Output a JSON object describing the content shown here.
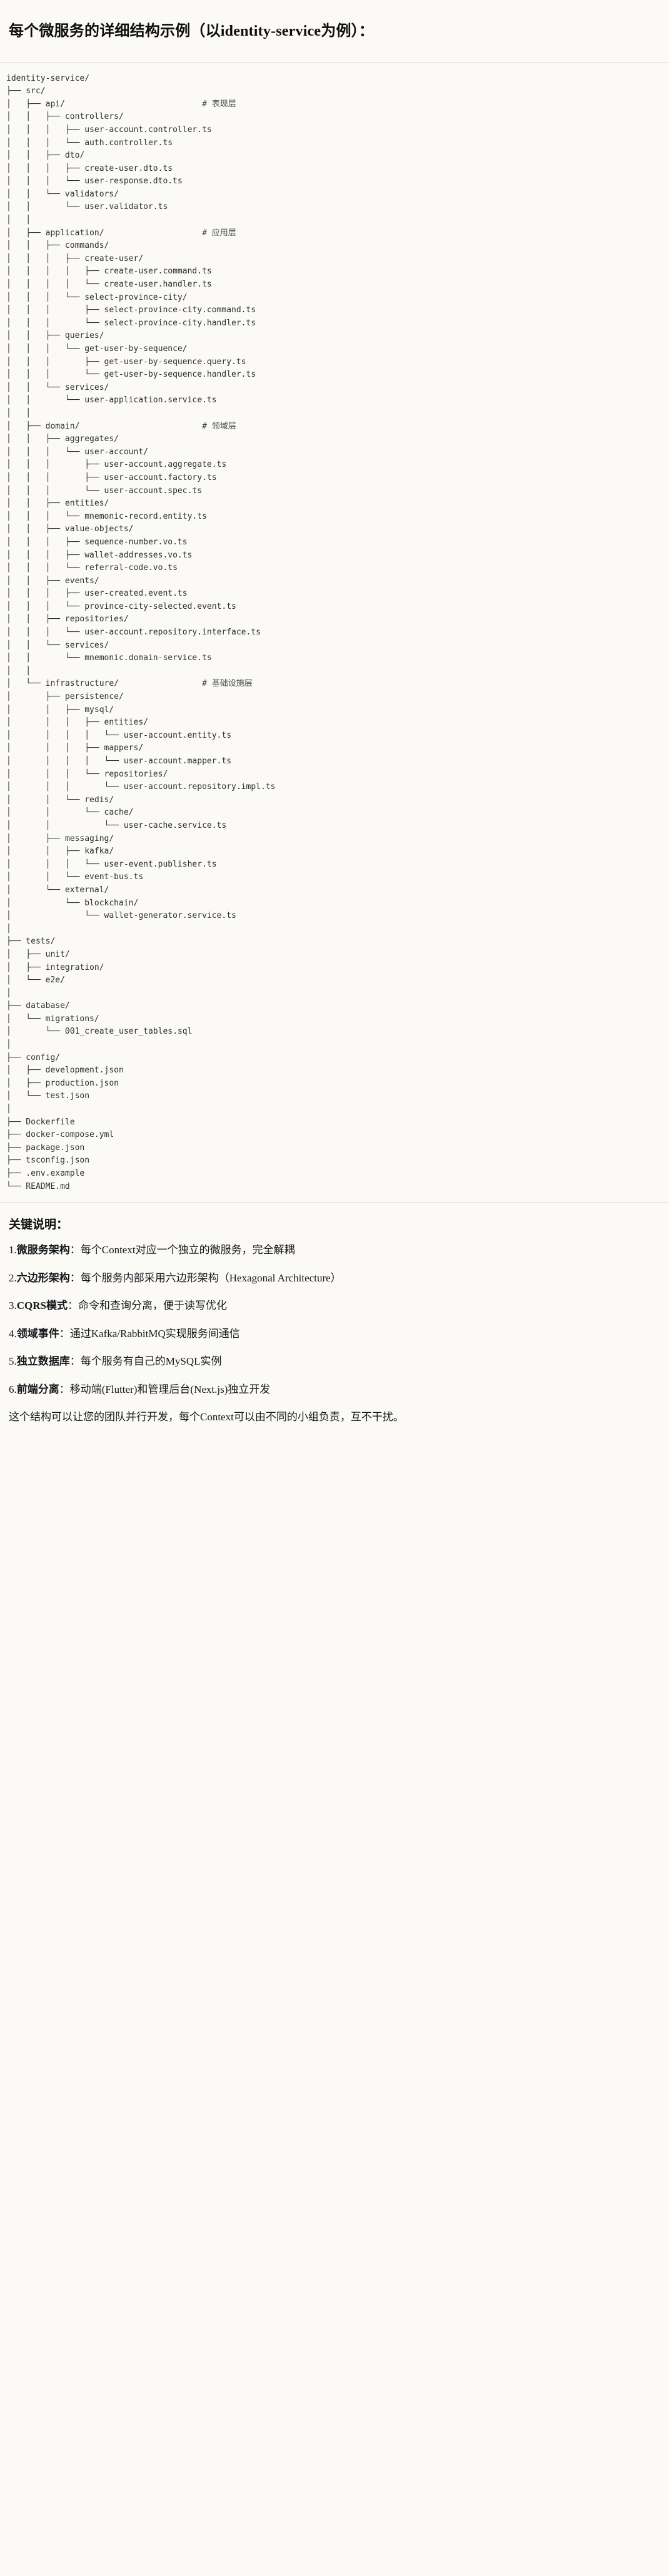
{
  "title": "每个微服务的详细结构示例（以identity-service为例）：",
  "tree": {
    "root_label": "identity-service/",
    "lines": [
      {
        "prefix": "identity-service/",
        "comment": ""
      },
      {
        "prefix": "├── src/",
        "comment": ""
      },
      {
        "prefix": "│   ├── api/",
        "comment": "# 表现层"
      },
      {
        "prefix": "│   │   ├── controllers/",
        "comment": ""
      },
      {
        "prefix": "│   │   │   ├── user-account.controller.ts",
        "comment": ""
      },
      {
        "prefix": "│   │   │   └── auth.controller.ts",
        "comment": ""
      },
      {
        "prefix": "│   │   ├── dto/",
        "comment": ""
      },
      {
        "prefix": "│   │   │   ├── create-user.dto.ts",
        "comment": ""
      },
      {
        "prefix": "│   │   │   └── user-response.dto.ts",
        "comment": ""
      },
      {
        "prefix": "│   │   └── validators/",
        "comment": ""
      },
      {
        "prefix": "│   │       └── user.validator.ts",
        "comment": ""
      },
      {
        "prefix": "│   │",
        "comment": ""
      },
      {
        "prefix": "│   ├── application/",
        "comment": "# 应用层"
      },
      {
        "prefix": "│   │   ├── commands/",
        "comment": ""
      },
      {
        "prefix": "│   │   │   ├── create-user/",
        "comment": ""
      },
      {
        "prefix": "│   │   │   │   ├── create-user.command.ts",
        "comment": ""
      },
      {
        "prefix": "│   │   │   │   └── create-user.handler.ts",
        "comment": ""
      },
      {
        "prefix": "│   │   │   └── select-province-city/",
        "comment": ""
      },
      {
        "prefix": "│   │   │       ├── select-province-city.command.ts",
        "comment": ""
      },
      {
        "prefix": "│   │   │       └── select-province-city.handler.ts",
        "comment": ""
      },
      {
        "prefix": "│   │   ├── queries/",
        "comment": ""
      },
      {
        "prefix": "│   │   │   └── get-user-by-sequence/",
        "comment": ""
      },
      {
        "prefix": "│   │   │       ├── get-user-by-sequence.query.ts",
        "comment": ""
      },
      {
        "prefix": "│   │   │       └── get-user-by-sequence.handler.ts",
        "comment": ""
      },
      {
        "prefix": "│   │   └── services/",
        "comment": ""
      },
      {
        "prefix": "│   │       └── user-application.service.ts",
        "comment": ""
      },
      {
        "prefix": "│   │",
        "comment": ""
      },
      {
        "prefix": "│   ├── domain/",
        "comment": "# 领域层"
      },
      {
        "prefix": "│   │   ├── aggregates/",
        "comment": ""
      },
      {
        "prefix": "│   │   │   └── user-account/",
        "comment": ""
      },
      {
        "prefix": "│   │   │       ├── user-account.aggregate.ts",
        "comment": ""
      },
      {
        "prefix": "│   │   │       ├── user-account.factory.ts",
        "comment": ""
      },
      {
        "prefix": "│   │   │       └── user-account.spec.ts",
        "comment": ""
      },
      {
        "prefix": "│   │   ├── entities/",
        "comment": ""
      },
      {
        "prefix": "│   │   │   └── mnemonic-record.entity.ts",
        "comment": ""
      },
      {
        "prefix": "│   │   ├── value-objects/",
        "comment": ""
      },
      {
        "prefix": "│   │   │   ├── sequence-number.vo.ts",
        "comment": ""
      },
      {
        "prefix": "│   │   │   ├── wallet-addresses.vo.ts",
        "comment": ""
      },
      {
        "prefix": "│   │   │   └── referral-code.vo.ts",
        "comment": ""
      },
      {
        "prefix": "│   │   ├── events/",
        "comment": ""
      },
      {
        "prefix": "│   │   │   ├── user-created.event.ts",
        "comment": ""
      },
      {
        "prefix": "│   │   │   └── province-city-selected.event.ts",
        "comment": ""
      },
      {
        "prefix": "│   │   ├── repositories/",
        "comment": ""
      },
      {
        "prefix": "│   │   │   └── user-account.repository.interface.ts",
        "comment": ""
      },
      {
        "prefix": "│   │   └── services/",
        "comment": ""
      },
      {
        "prefix": "│   │       └── mnemonic.domain-service.ts",
        "comment": ""
      },
      {
        "prefix": "│   │",
        "comment": ""
      },
      {
        "prefix": "│   └── infrastructure/",
        "comment": "# 基础设施层"
      },
      {
        "prefix": "│       ├── persistence/",
        "comment": ""
      },
      {
        "prefix": "│       │   ├── mysql/",
        "comment": ""
      },
      {
        "prefix": "│       │   │   ├── entities/",
        "comment": ""
      },
      {
        "prefix": "│       │   │   │   └── user-account.entity.ts",
        "comment": ""
      },
      {
        "prefix": "│       │   │   ├── mappers/",
        "comment": ""
      },
      {
        "prefix": "│       │   │   │   └── user-account.mapper.ts",
        "comment": ""
      },
      {
        "prefix": "│       │   │   └── repositories/",
        "comment": ""
      },
      {
        "prefix": "│       │   │       └── user-account.repository.impl.ts",
        "comment": ""
      },
      {
        "prefix": "│       │   └── redis/",
        "comment": ""
      },
      {
        "prefix": "│       │       └── cache/",
        "comment": ""
      },
      {
        "prefix": "│       │           └── user-cache.service.ts",
        "comment": ""
      },
      {
        "prefix": "│       ├── messaging/",
        "comment": ""
      },
      {
        "prefix": "│       │   ├── kafka/",
        "comment": ""
      },
      {
        "prefix": "│       │   │   └── user-event.publisher.ts",
        "comment": ""
      },
      {
        "prefix": "│       │   └── event-bus.ts",
        "comment": ""
      },
      {
        "prefix": "│       └── external/",
        "comment": ""
      },
      {
        "prefix": "│           └── blockchain/",
        "comment": ""
      },
      {
        "prefix": "│               └── wallet-generator.service.ts",
        "comment": ""
      },
      {
        "prefix": "│",
        "comment": ""
      },
      {
        "prefix": "├── tests/",
        "comment": ""
      },
      {
        "prefix": "│   ├── unit/",
        "comment": ""
      },
      {
        "prefix": "│   ├── integration/",
        "comment": ""
      },
      {
        "prefix": "│   └── e2e/",
        "comment": ""
      },
      {
        "prefix": "│",
        "comment": ""
      },
      {
        "prefix": "├── database/",
        "comment": ""
      },
      {
        "prefix": "│   └── migrations/",
        "comment": ""
      },
      {
        "prefix": "│       └── 001_create_user_tables.sql",
        "comment": ""
      },
      {
        "prefix": "│",
        "comment": ""
      },
      {
        "prefix": "├── config/",
        "comment": ""
      },
      {
        "prefix": "│   ├── development.json",
        "comment": ""
      },
      {
        "prefix": "│   ├── production.json",
        "comment": ""
      },
      {
        "prefix": "│   └── test.json",
        "comment": ""
      },
      {
        "prefix": "│",
        "comment": ""
      },
      {
        "prefix": "├── Dockerfile",
        "comment": ""
      },
      {
        "prefix": "├── docker-compose.yml",
        "comment": ""
      },
      {
        "prefix": "├── package.json",
        "comment": ""
      },
      {
        "prefix": "├── tsconfig.json",
        "comment": ""
      },
      {
        "prefix": "├── .env.example",
        "comment": ""
      },
      {
        "prefix": "└── README.md",
        "comment": ""
      }
    ],
    "comment_column": 40
  },
  "notes": {
    "heading": "关键说明：",
    "items": [
      {
        "num": "1.",
        "term": "微服务架构",
        "sep": "：",
        "desc": "每个Context对应一个独立的微服务，完全解耦"
      },
      {
        "num": "2.",
        "term": "六边形架构",
        "sep": "：",
        "desc": "每个服务内部采用六边形架构（Hexagonal Architecture）"
      },
      {
        "num": "3.",
        "term": "CQRS模式",
        "sep": "：",
        "desc": "命令和查询分离，便于读写优化"
      },
      {
        "num": "4.",
        "term": "领域事件",
        "sep": "：",
        "desc": "通过Kafka/RabbitMQ实现服务间通信"
      },
      {
        "num": "5.",
        "term": "独立数据库",
        "sep": "：",
        "desc": "每个服务有自己的MySQL实例"
      },
      {
        "num": "6.",
        "term": "前端分离",
        "sep": "：",
        "desc": "移动端(Flutter)和管理后台(Next.js)独立开发"
      }
    ],
    "closing": "这个结构可以让您的团队并行开发，每个Context可以由不同的小组负责，互不干扰。"
  },
  "colors": {
    "page_bg": "#fbfaf7",
    "text": "#15181b",
    "tree_text": "#2b2f33",
    "rule": "#e2ded4"
  }
}
